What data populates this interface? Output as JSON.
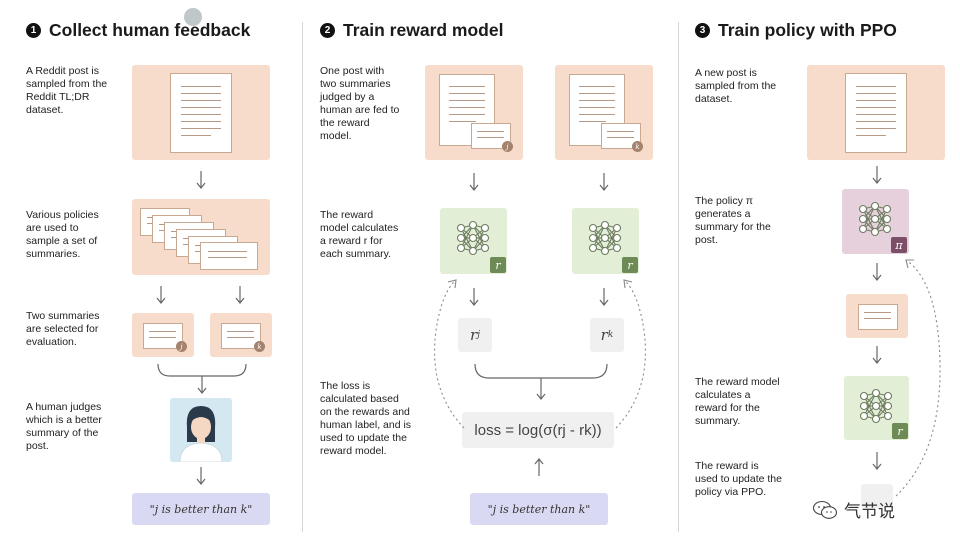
{
  "sections": [
    {
      "number": "1",
      "title": "Collect human feedback"
    },
    {
      "number": "2",
      "title": "Train reward model"
    },
    {
      "number": "3",
      "title": "Train policy with PPO"
    }
  ],
  "col1": {
    "step1": "A Reddit post is sampled from the Reddit TL;DR dataset.",
    "step2": "Various policies are used to sample a set of summaries.",
    "step3": "Two summaries are selected for evaluation.",
    "step4": "A human judges which is a better summary of the post.",
    "judgment": "\"j is better than k\"",
    "badge_j": "j",
    "badge_k": "k"
  },
  "col2": {
    "step1": "One post with two summaries judged by a human are fed to the reward model.",
    "step2": "The reward model calculates a reward r for each summary.",
    "step3": "The loss is calculated based on the rewards and human label, and is used to update the reward model.",
    "badge_j": "j",
    "badge_k": "k",
    "reward_badge": "r",
    "r_symbol": "r",
    "r_j_sub": "j",
    "r_k_sub": "k",
    "loss_formula": "loss = log(σ(rj - rk))",
    "judgment": "\"j is better than k\""
  },
  "col3": {
    "step1": "A new post is sampled from the dataset.",
    "step2": "The policy π generates a summary for the post.",
    "step3": "The reward model calculates a reward for the summary.",
    "step4": "The reward is used to update the policy via PPO.",
    "policy_badge": "π",
    "reward_badge": "r"
  },
  "watermark": {
    "text": "气节说",
    "icon": "wechat-icon"
  },
  "colors": {
    "peach": "#f8dccb",
    "green": "#e2efd6",
    "mauve": "#e6d0dc",
    "lavender": "#d9d9f3",
    "gray": "#f0f0f0",
    "green_badge": "#6f8b55",
    "mauve_badge": "#7a4f67",
    "doc_badge": "#a3826e"
  }
}
